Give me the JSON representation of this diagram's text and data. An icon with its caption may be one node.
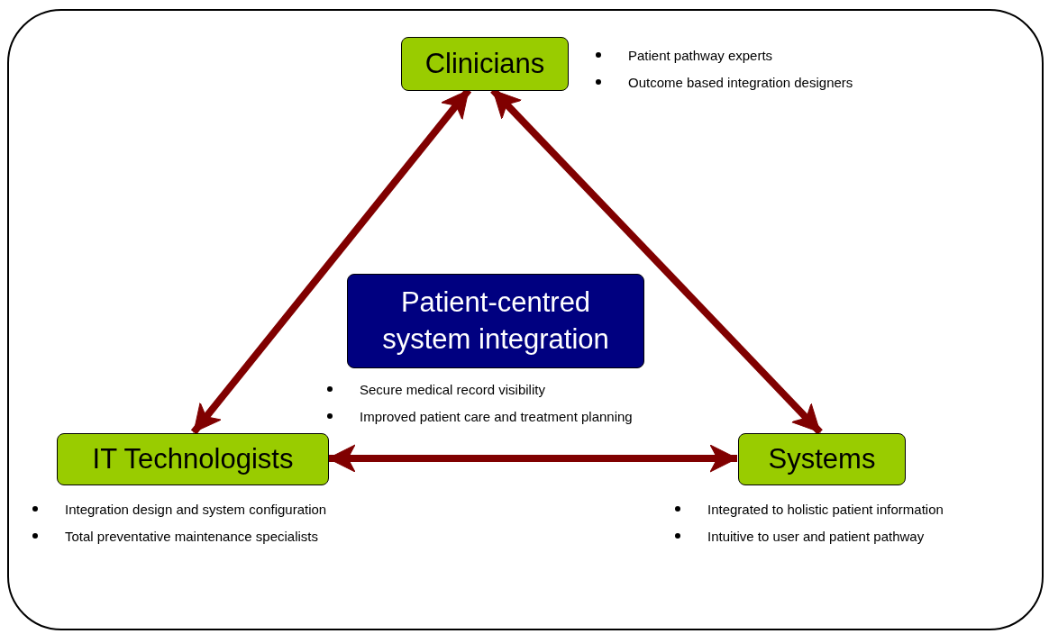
{
  "diagram": {
    "nodes": [
      {
        "text": [],
        "shape": "box"
      },
      {
        "text": [
          "Clinicians"
        ],
        "in": 0,
        "beside": [
          "Patient pathway experts",
          "Outcome based integration designers"
        ]
      },
      {
        "text": [
          "Patient-centred system integration"
        ],
        "in": 0,
        "beside": [
          "Secure medical record visibility",
          "Improved patient care and treatment planning"
        ]
      },
      {
        "text": [
          "IT Technologists"
        ],
        "in": 0,
        "beside": [
          "Integration design and system configuration",
          "Total preventative maintenance specialists"
        ]
      },
      {
        "text": [
          "Systems"
        ],
        "in": 0,
        "beside": [
          "Integrated to holistic patient information",
          "Intuitive to user and patient pathway"
        ]
      }
    ],
    "edges": [
      {
        "from": 1,
        "to": 3,
        "arrow": "both"
      },
      {
        "from": 1,
        "to": 4,
        "arrow": "both"
      },
      {
        "from": 3,
        "to": 4,
        "arrow": "both"
      }
    ]
  }
}
